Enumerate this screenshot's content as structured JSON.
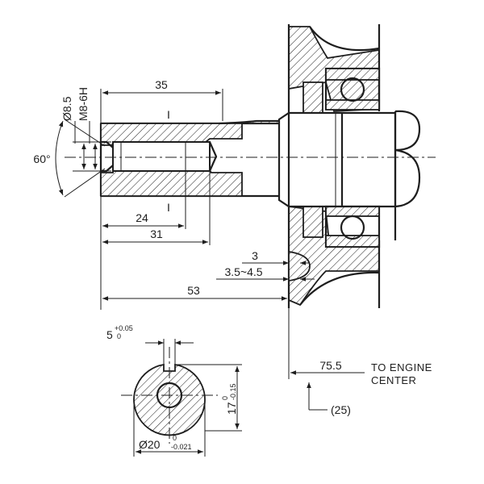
{
  "labels": {
    "len_35": "35",
    "thread_dia": "Ø8.5",
    "thread_spec": "M8-6H",
    "angle": "60°",
    "len_24": "24",
    "len_31": "31",
    "dim_3": "3",
    "dim_range": "3.5~4.5",
    "len_53": "53",
    "key_width": "5",
    "key_tol_upper": "+0.05",
    "key_tol_lower": "0",
    "keyway_depth": "17",
    "keyway_tol_upper": "0",
    "keyway_tol_lower": "-0.15",
    "shaft_dia": "Ø20",
    "shaft_tol_upper": "0",
    "shaft_tol_lower": "-0.021",
    "to_center_value": "75.5",
    "to_center_line1": "TO ENGINE",
    "to_center_line2": "CENTER",
    "paren_value": "(25)",
    "section_mark_top": "I",
    "section_mark_bottom": "I"
  }
}
